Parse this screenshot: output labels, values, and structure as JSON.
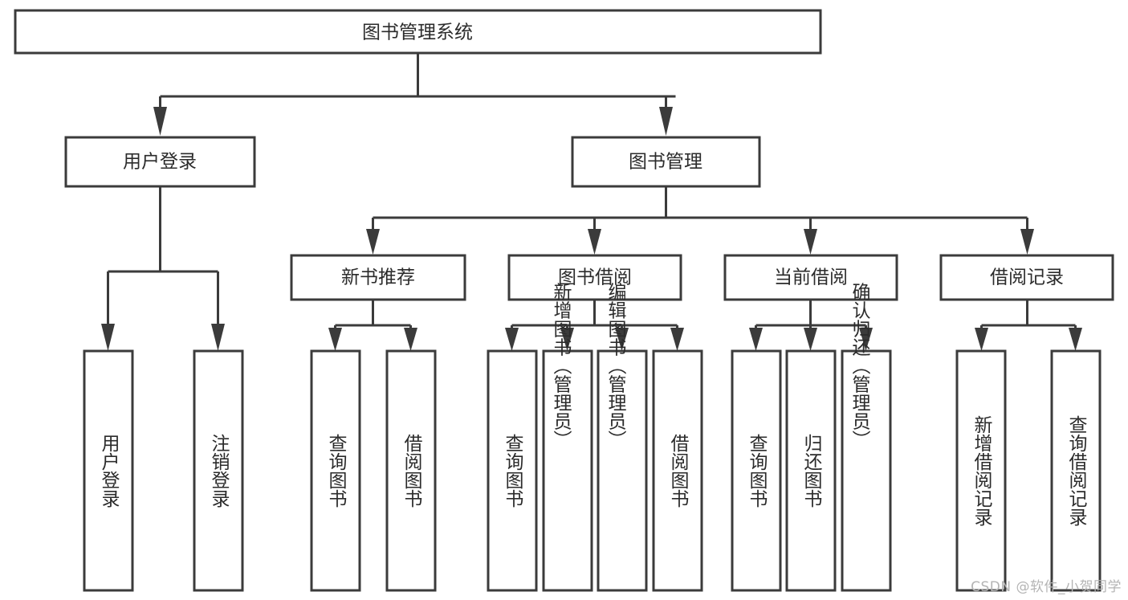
{
  "diagram": {
    "title": "图书管理系统",
    "type": "tree",
    "watermark": "CSDN @软件_小贺同学",
    "colors": {
      "stroke": "#3b3b3b",
      "box_fill": "#ffffff",
      "text": "#2b2b2b",
      "background": "#ffffff",
      "watermark": "#b4b4b4"
    },
    "nodes": {
      "root": {
        "label": "图书管理系统",
        "level": 1
      },
      "l2": [
        {
          "id": "user-login",
          "label": "用户登录",
          "level": 2
        },
        {
          "id": "book-manage",
          "label": "图书管理",
          "level": 2
        }
      ],
      "l3": [
        {
          "id": "new-book-recommend",
          "label": "新书推荐",
          "level": 3
        },
        {
          "id": "book-borrow",
          "label": "图书借阅",
          "level": 3
        },
        {
          "id": "current-borrow",
          "label": "当前借阅",
          "level": 3
        },
        {
          "id": "borrow-record",
          "label": "借阅记录",
          "level": 3
        }
      ],
      "leaves": {
        "user-login": [
          {
            "id": "leaf-user-login",
            "label": "用户登录"
          },
          {
            "id": "leaf-user-logout",
            "label": "注销登录"
          }
        ],
        "new-book-recommend": [
          {
            "id": "leaf-query-book-1",
            "label": "查询图书"
          },
          {
            "id": "leaf-borrow-book-1",
            "label": "借阅图书"
          }
        ],
        "book-borrow": [
          {
            "id": "leaf-query-book-2",
            "label": "查询图书"
          },
          {
            "id": "leaf-add-book",
            "label": "新增图书（管理员）"
          },
          {
            "id": "leaf-edit-book",
            "label": "编辑图书（管理员）"
          },
          {
            "id": "leaf-borrow-book-2",
            "label": "借阅图书"
          }
        ],
        "current-borrow": [
          {
            "id": "leaf-query-book-3",
            "label": "查询图书"
          },
          {
            "id": "leaf-return-book",
            "label": "归还图书"
          },
          {
            "id": "leaf-confirm-return",
            "label": "确认归还（管理员）"
          }
        ],
        "borrow-record": [
          {
            "id": "leaf-add-record",
            "label": "新增借阅记录"
          },
          {
            "id": "leaf-query-record",
            "label": "查询借阅记录"
          }
        ]
      }
    }
  }
}
